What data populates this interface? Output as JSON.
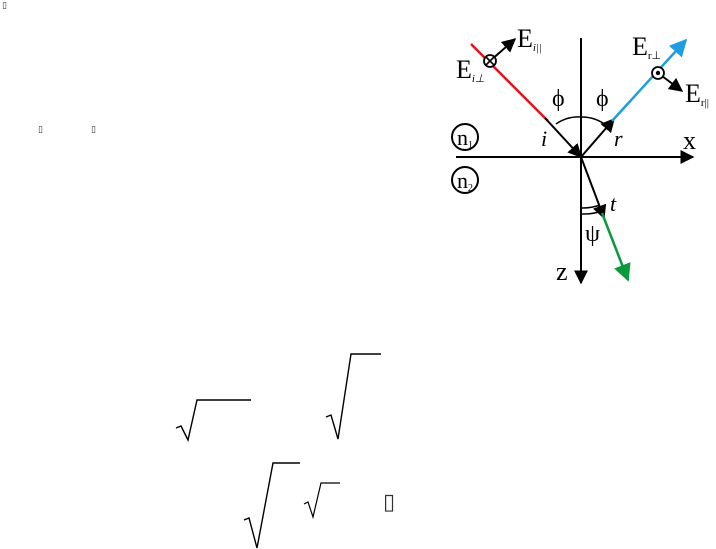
{
  "glyphs": {
    "top_left": "▯",
    "mid_left_1": "▯",
    "mid_left_2": "▯",
    "bottom_right": "▯"
  },
  "diagram": {
    "labels": {
      "e_i_parallel_main": "E",
      "e_i_parallel_sub": "i||",
      "e_i_perp_main": "E",
      "e_i_perp_sub": "i⊥",
      "e_r_perp_main": "E",
      "e_r_perp_sub": "r⊥",
      "e_r_parallel_main": "E",
      "e_r_parallel_sub": "r||",
      "phi_left": "ϕ",
      "phi_right": "ϕ",
      "i": "i",
      "r": "r",
      "t": "t",
      "psi": "ψ",
      "x_axis": "x",
      "z_axis": "z",
      "n1_main": "n",
      "n1_sub": "1",
      "n2_main": "n",
      "n2_sub": "2"
    },
    "colors": {
      "incident": "#e0141e",
      "reflected": "#1e9ee0",
      "transmitted": "#0a9a3a",
      "axes": "#000000"
    }
  }
}
